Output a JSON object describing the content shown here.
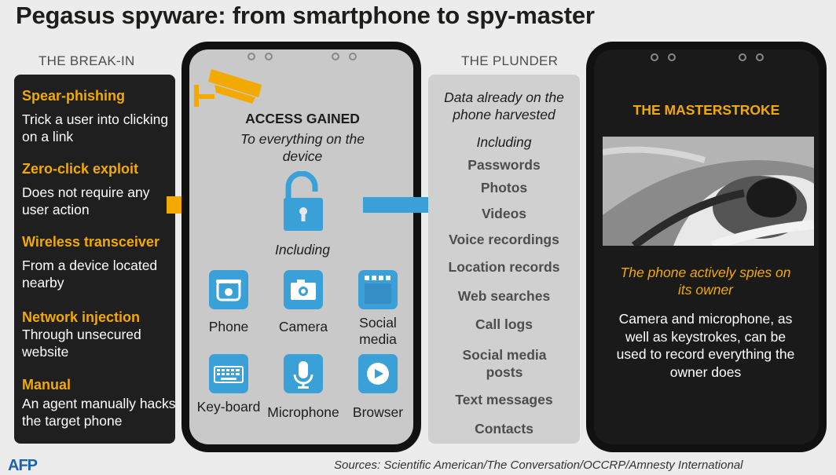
{
  "title": "Pegasus spyware: from smartphone to spy-master",
  "headings": {
    "breakin": "THE BREAK-IN",
    "plunder": "THE PLUNDER"
  },
  "breakin": [
    {
      "title": "Spear-phishing",
      "desc": "Trick a user into clicking on a link"
    },
    {
      "title": "Zero-click exploit",
      "desc": "Does not require any user action"
    },
    {
      "title": "Wireless transceiver",
      "desc": "From a device located nearby"
    },
    {
      "title": "Network injection",
      "desc": "Through unsecured website"
    },
    {
      "title": "Manual",
      "desc": "An agent manually hacks the target phone"
    }
  ],
  "access": {
    "heading": "ACCESS GAINED",
    "subtitle": "To everything on the device",
    "including": "Including",
    "apps": [
      {
        "label": "Phone",
        "icon": "phone-icon"
      },
      {
        "label": "Camera",
        "icon": "camera-icon"
      },
      {
        "label": "Social media",
        "icon": "social-media-icon"
      },
      {
        "label": "Key-board",
        "icon": "keyboard-icon"
      },
      {
        "label": "Microphone",
        "icon": "microphone-icon"
      },
      {
        "label": "Browser",
        "icon": "browser-icon"
      }
    ]
  },
  "plunder": {
    "intro": "Data already on the phone harvested",
    "including": "Including",
    "items": [
      "Passwords",
      "Photos",
      "Videos",
      "Voice recordings",
      "Location records",
      "Web searches",
      "Call logs",
      "Social media posts",
      "Text messages",
      "Contacts"
    ]
  },
  "masterstroke": {
    "heading": "THE MASTERSTROKE",
    "subtitle": "The phone actively spies on its owner",
    "body": "Camera and microphone, as well as keystrokes, can be used to record everything the owner does"
  },
  "footer": {
    "logo": "AFP",
    "sources": "Sources: Scientific American/The Conversation/OCCRP/Amnesty International"
  },
  "colors": {
    "accent": "#f2a900",
    "blue": "#3aa0d8",
    "dark": "#1f1f1f"
  }
}
